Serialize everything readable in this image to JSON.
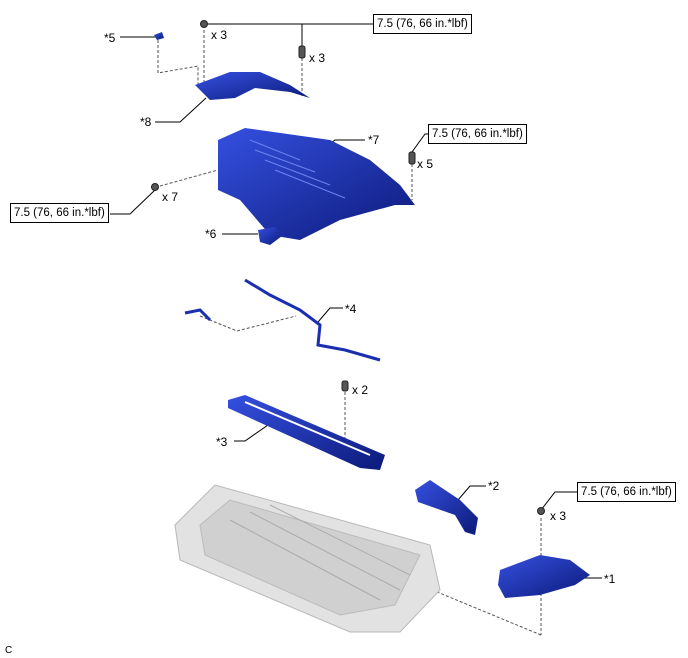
{
  "torque_spec": "7.5 (76, 66 in.*lbf)",
  "callouts": {
    "p1": "*1",
    "p2": "*2",
    "p3": "*3",
    "p4": "*4",
    "p5": "*5",
    "p6": "*6",
    "p7": "*7",
    "p8": "*8"
  },
  "quantities": {
    "nut_top": "x 3",
    "bolt_top": "x 3",
    "bolt_right": "x 5",
    "nut_left": "x 7",
    "bolt_tray": "x 2",
    "nut_bottom": "x 3"
  },
  "figure_code": "C",
  "colors": {
    "part": "#1a2fb0",
    "part_dark": "#0c1a7a",
    "battery": "#d8d8d8"
  }
}
